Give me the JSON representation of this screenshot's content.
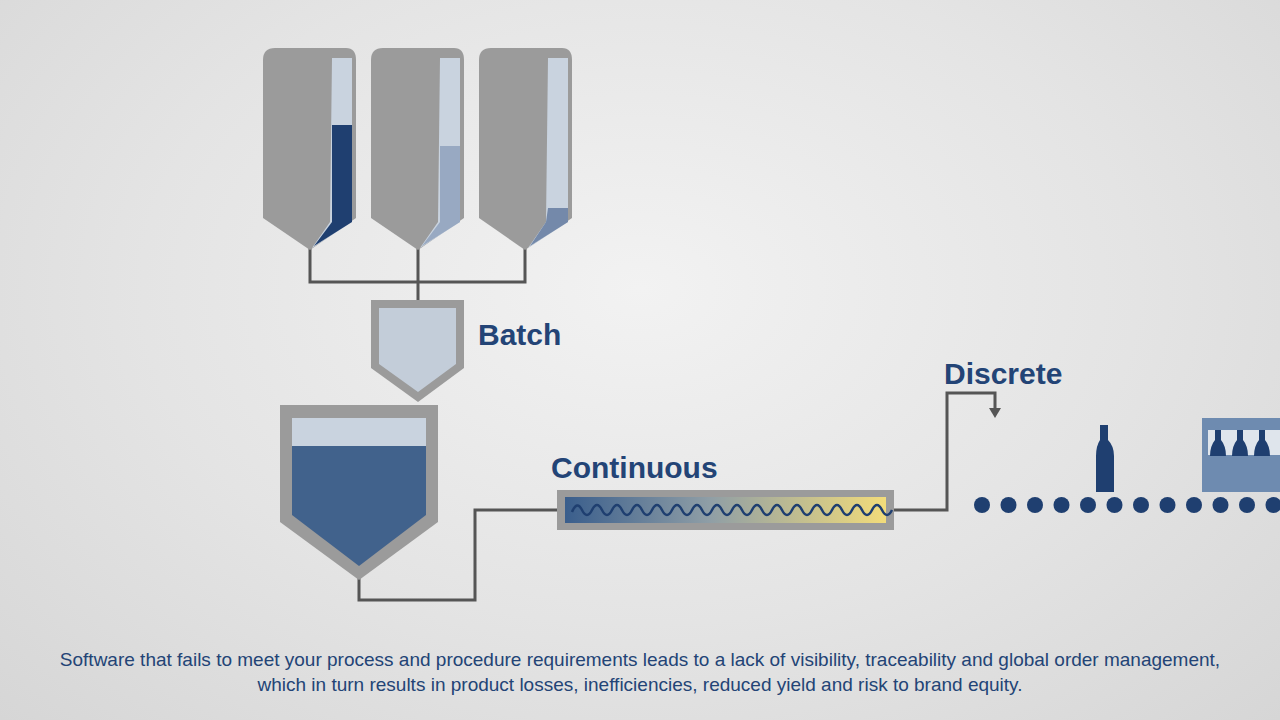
{
  "diagram": {
    "caption": "Software that fails to meet your process and procedure requirements leads to a lack of visibility, traceability and global order management, which in turn results in product losses, inefficiencies, reduced yield and risk to brand equity.",
    "labels": [
      "Batch",
      "Continuous",
      "Discrete"
    ]
  }
}
